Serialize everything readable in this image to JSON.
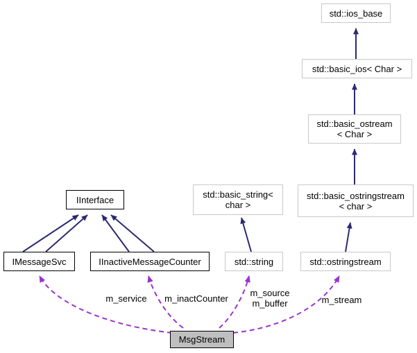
{
  "diagram": {
    "type": "uml-class-inheritance-collaboration",
    "title": "MsgStream collaboration diagram",
    "colors": {
      "inheritance_edge": "#2a2a72",
      "usage_edge": "#9a32cd",
      "focus_node_fill": "#bfbfbf",
      "std_node_border": "#c8c8c8",
      "interface_node_border": "#000000",
      "background": "#ffffff",
      "text": "#000000"
    },
    "nodes": [
      {
        "id": "ios_base",
        "label": "std::ios_base",
        "kind": "std"
      },
      {
        "id": "basic_ios",
        "label": "std::basic_ios< Char >",
        "kind": "std"
      },
      {
        "id": "basic_ostream",
        "label": "std::basic_ostream\n< Char >",
        "kind": "std"
      },
      {
        "id": "basic_ostringstream",
        "label": "std::basic_ostringstream\n< char >",
        "kind": "std"
      },
      {
        "id": "ostringstream",
        "label": "std::ostringstream",
        "kind": "std"
      },
      {
        "id": "basic_string",
        "label": "std::basic_string<\nchar >",
        "kind": "std"
      },
      {
        "id": "string",
        "label": "std::string",
        "kind": "std"
      },
      {
        "id": "iinterface",
        "label": "IInterface",
        "kind": "iface"
      },
      {
        "id": "imessagesvc",
        "label": "IMessageSvc",
        "kind": "iface"
      },
      {
        "id": "iinactive",
        "label": "IInactiveMessageCounter",
        "kind": "iface"
      },
      {
        "id": "msgstream",
        "label": "MsgStream",
        "kind": "focus"
      }
    ],
    "inheritance_edges": [
      {
        "from": "basic_ios",
        "to": "ios_base"
      },
      {
        "from": "basic_ostream",
        "to": "basic_ios"
      },
      {
        "from": "basic_ostringstream",
        "to": "basic_ostream"
      },
      {
        "from": "ostringstream",
        "to": "basic_ostringstream"
      },
      {
        "from": "string",
        "to": "basic_string"
      },
      {
        "from": "imessagesvc",
        "to": "iinterface"
      },
      {
        "from": "iinactive",
        "to": "iinterface"
      }
    ],
    "usage_edges": [
      {
        "from": "msgstream",
        "to": "imessagesvc",
        "label": "m_service"
      },
      {
        "from": "msgstream",
        "to": "iinactive",
        "label": "m_inactCounter"
      },
      {
        "from": "msgstream",
        "to": "string",
        "label": "m_source\nm_buffer"
      },
      {
        "from": "msgstream",
        "to": "ostringstream",
        "label": "m_stream"
      }
    ],
    "edge_labels": [
      {
        "id": "lbl_service",
        "text": "m_service"
      },
      {
        "id": "lbl_inact",
        "text": "m_inactCounter"
      },
      {
        "id": "lbl_srcbuf",
        "text": "m_source\nm_buffer"
      },
      {
        "id": "lbl_stream",
        "text": "m_stream"
      }
    ]
  }
}
